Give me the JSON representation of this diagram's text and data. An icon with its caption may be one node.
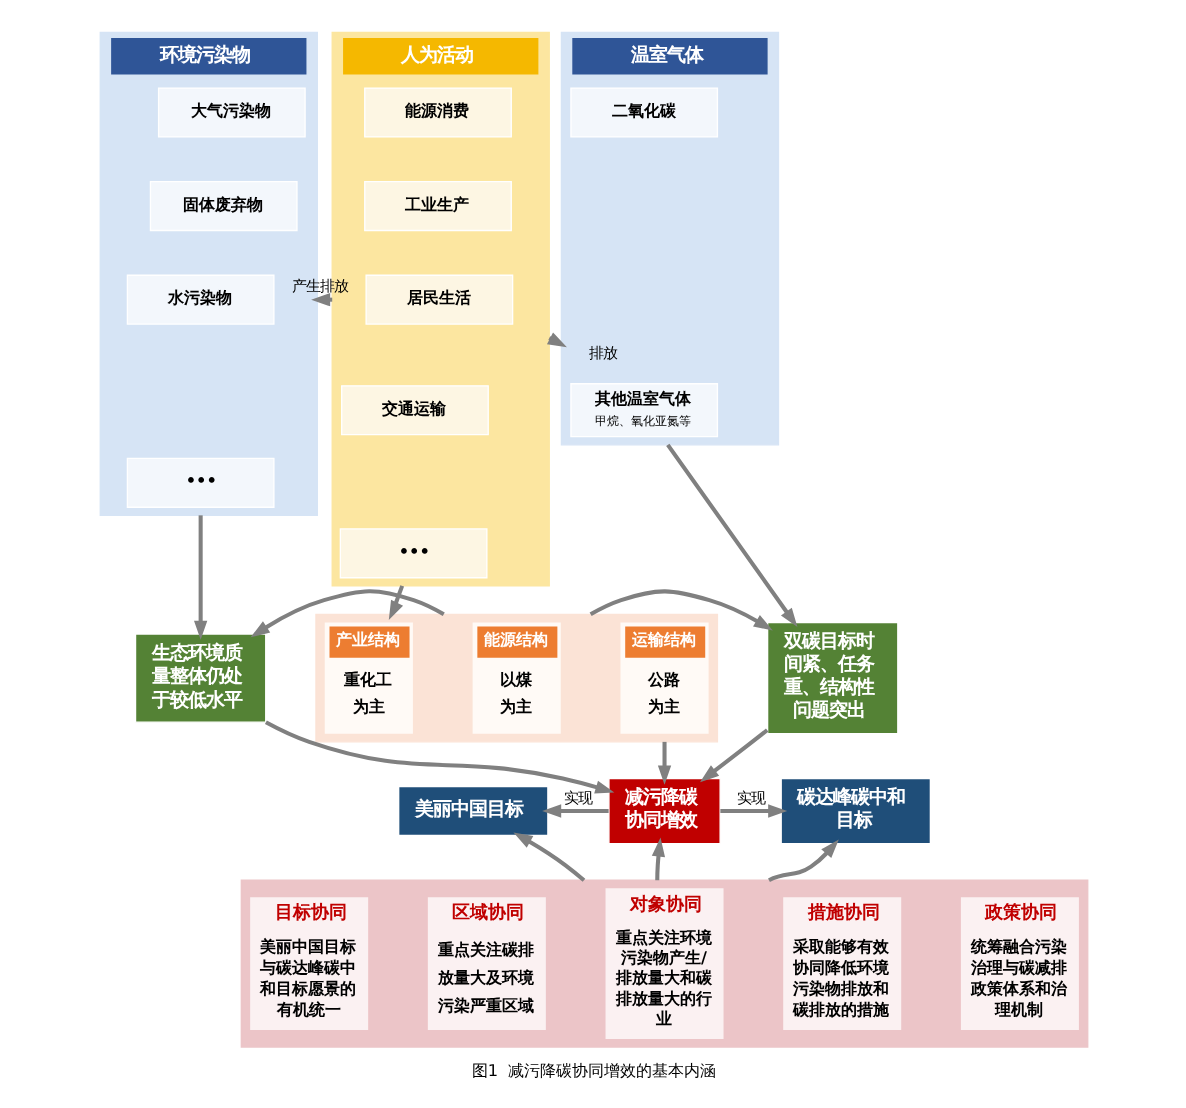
{
  "diagram": {
    "caption": "图1  减污降碳协同增效的基本内涵",
    "nodes": [
      {
        "text": [
          "环境污染物"
        ]
      },
      {
        "text": [
          "大气污染物"
        ],
        "in": 0
      },
      {
        "text": [
          "固体废弃物"
        ],
        "in": 0
      },
      {
        "text": [
          "水污染物"
        ],
        "in": 0
      },
      {
        "text": [
          "•••"
        ],
        "in": 0
      },
      {
        "text": [
          "人为活动"
        ]
      },
      {
        "text": [
          "能源消费"
        ],
        "in": 5
      },
      {
        "text": [
          "工业生产"
        ],
        "in": 5
      },
      {
        "text": [
          "居民生活"
        ],
        "in": 5
      },
      {
        "text": [
          "交通运输"
        ],
        "in": 5
      },
      {
        "text": [
          "•••"
        ],
        "in": 5
      },
      {
        "text": [
          "温室气体"
        ]
      },
      {
        "text": [
          "二氧化碳"
        ],
        "in": 11
      },
      {
        "text": [
          "其他温室气体",
          "甲烷、氧化亚氮等"
        ],
        "in": 11
      },
      {
        "text": [
          "生态环境质量整体仍处于较低水平"
        ]
      },
      {
        "text": [],
        "shape": "box"
      },
      {
        "text": [
          "产业结构",
          "重化工为主"
        ],
        "in": 15
      },
      {
        "text": [
          "能源结构",
          "以煤为主"
        ],
        "in": 15
      },
      {
        "text": [
          "运输结构",
          "公路为主"
        ],
        "in": 15
      },
      {
        "text": [
          "双碳目标时间紧、任务重、结构性问题突出"
        ]
      },
      {
        "text": [
          "美丽中国目标"
        ]
      },
      {
        "text": [
          "减污降碳协同增效"
        ]
      },
      {
        "text": [
          "碳达峰碳中和目标"
        ]
      },
      {
        "text": [],
        "shape": "box"
      },
      {
        "text": [
          "目标协同",
          "美丽中国目标与碳达峰碳中和目标愿景的有机统一"
        ],
        "in": 23
      },
      {
        "text": [
          "区域协同",
          "重点关注碳排放量大及环境污染严重区域"
        ],
        "in": 23
      },
      {
        "text": [
          "对象协同",
          "重点关注环境污染物产生/排放量大和碳排放量大的行业"
        ],
        "in": 23
      },
      {
        "text": [
          "措施协同",
          "采取能够有效协同降低环境污染物排放和碳排放的措施"
        ],
        "in": 23
      },
      {
        "text": [
          "政策协同",
          "统筹融合污染治理与碳减排政策体系和治理机制"
        ],
        "in": 23
      }
    ],
    "edges": [
      {
        "from": 5,
        "to": 0,
        "arrow": "to",
        "label": "产生排放"
      },
      {
        "from": 5,
        "to": 11,
        "arrow": "to",
        "label": "排放"
      },
      {
        "from": 0,
        "to": 14,
        "arrow": "to"
      },
      {
        "from": 5,
        "to": 15,
        "arrow": "to"
      },
      {
        "from": 11,
        "to": 19,
        "arrow": "to"
      },
      {
        "from": 15,
        "to": 14,
        "arrow": "to"
      },
      {
        "from": 15,
        "to": 19,
        "arrow": "to"
      },
      {
        "from": 14,
        "to": 21,
        "arrow": "to"
      },
      {
        "from": 15,
        "to": 21,
        "arrow": "to"
      },
      {
        "from": 19,
        "to": 21,
        "arrow": "to"
      },
      {
        "from": 21,
        "to": 20,
        "arrow": "to",
        "label": "实现"
      },
      {
        "from": 21,
        "to": 22,
        "arrow": "to",
        "label": "实现"
      },
      {
        "from": 23,
        "to": 20,
        "arrow": "to"
      },
      {
        "from": 23,
        "to": 21,
        "arrow": "to"
      },
      {
        "from": 23,
        "to": 22,
        "arrow": "to"
      }
    ]
  }
}
